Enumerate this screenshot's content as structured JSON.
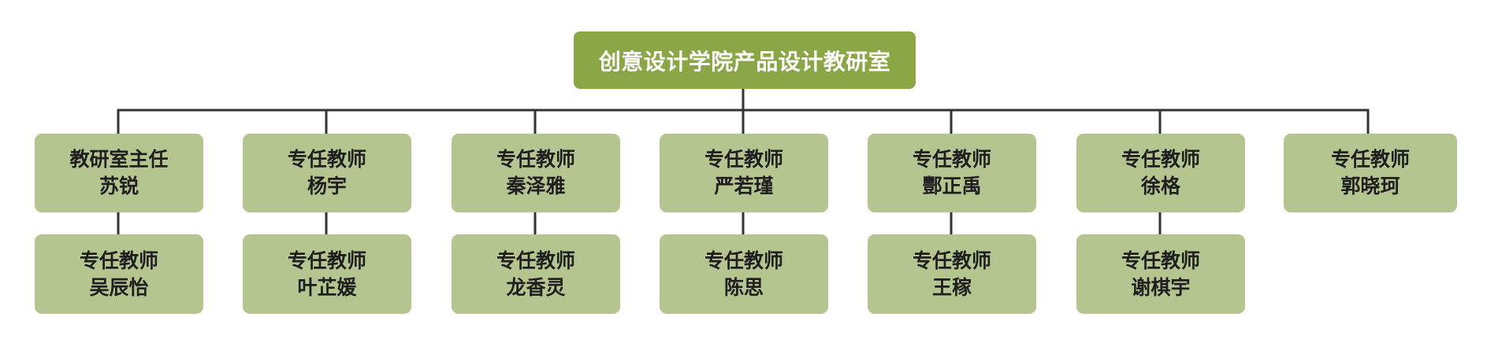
{
  "colors": {
    "root_fill": "#8aa645",
    "member_fill": "#b5c590",
    "line": "#333333"
  },
  "root": {
    "name": "创意设计学院产品设计教研室"
  },
  "columns": [
    {
      "top": {
        "role": "教研室主任",
        "name": "苏锐"
      },
      "bottom": {
        "role": "专任教师",
        "name": "吴辰怡"
      }
    },
    {
      "top": {
        "role": "专任教师",
        "name": "杨宇"
      },
      "bottom": {
        "role": "专任教师",
        "name": "叶芷媛"
      }
    },
    {
      "top": {
        "role": "专任教师",
        "name": "秦泽雅"
      },
      "bottom": {
        "role": "专任教师",
        "name": "龙香灵"
      }
    },
    {
      "top": {
        "role": "专任教师",
        "name": "严若瑾"
      },
      "bottom": {
        "role": "专任教师",
        "name": "陈思"
      }
    },
    {
      "top": {
        "role": "专任教师",
        "name": "酆正禹"
      },
      "bottom": {
        "role": "专任教师",
        "name": "王稼"
      }
    },
    {
      "top": {
        "role": "专任教师",
        "name": "徐格"
      },
      "bottom": {
        "role": "专任教师",
        "name": "谢棋宇"
      }
    },
    {
      "top": {
        "role": "专任教师",
        "name": "郭晓珂"
      }
    }
  ]
}
